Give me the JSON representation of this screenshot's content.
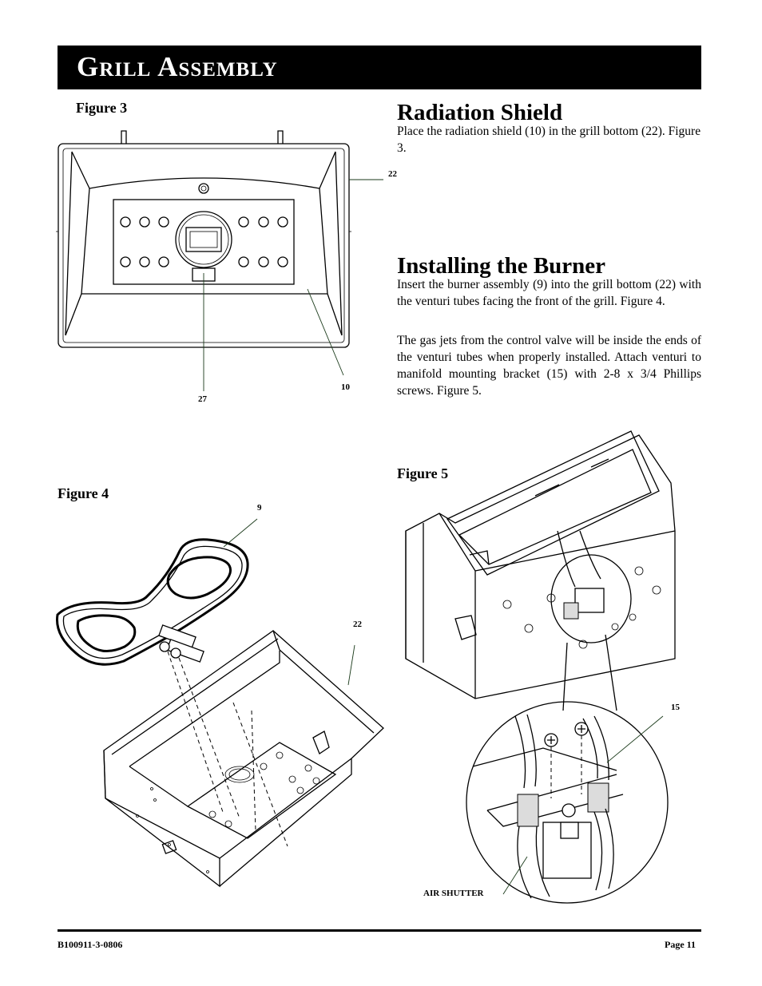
{
  "header": {
    "title": "Grill Assembly"
  },
  "figure3": {
    "label": "Figure 3",
    "callouts": {
      "c22": "22",
      "c27": "27",
      "c10": "10"
    }
  },
  "radiation_shield": {
    "heading": "Radiation Shield",
    "text": "Place the radiation shield (10) in the grill bottom (22). Figure 3."
  },
  "installing_burner": {
    "heading": "Installing the Burner",
    "para1": "Insert the burner assembly (9) into the grill bottom (22) with the venturi tubes facing the front of the grill. Figure 4.",
    "para2": "The gas jets from the control valve will be inside the ends of the venturi tubes when properly installed. Attach venturi to manifold mounting bracket (15) with 2-8 x 3/4 Phillips screws. Figure 5."
  },
  "figure4": {
    "label": "Figure 4",
    "callouts": {
      "c9": "9",
      "c22": "22"
    }
  },
  "figure5": {
    "label": "Figure 5",
    "callouts": {
      "c15": "15",
      "air_shutter": "AIR SHUTTER"
    }
  },
  "footer": {
    "doc_number": "B100911-3-0806",
    "page": "Page 11"
  }
}
